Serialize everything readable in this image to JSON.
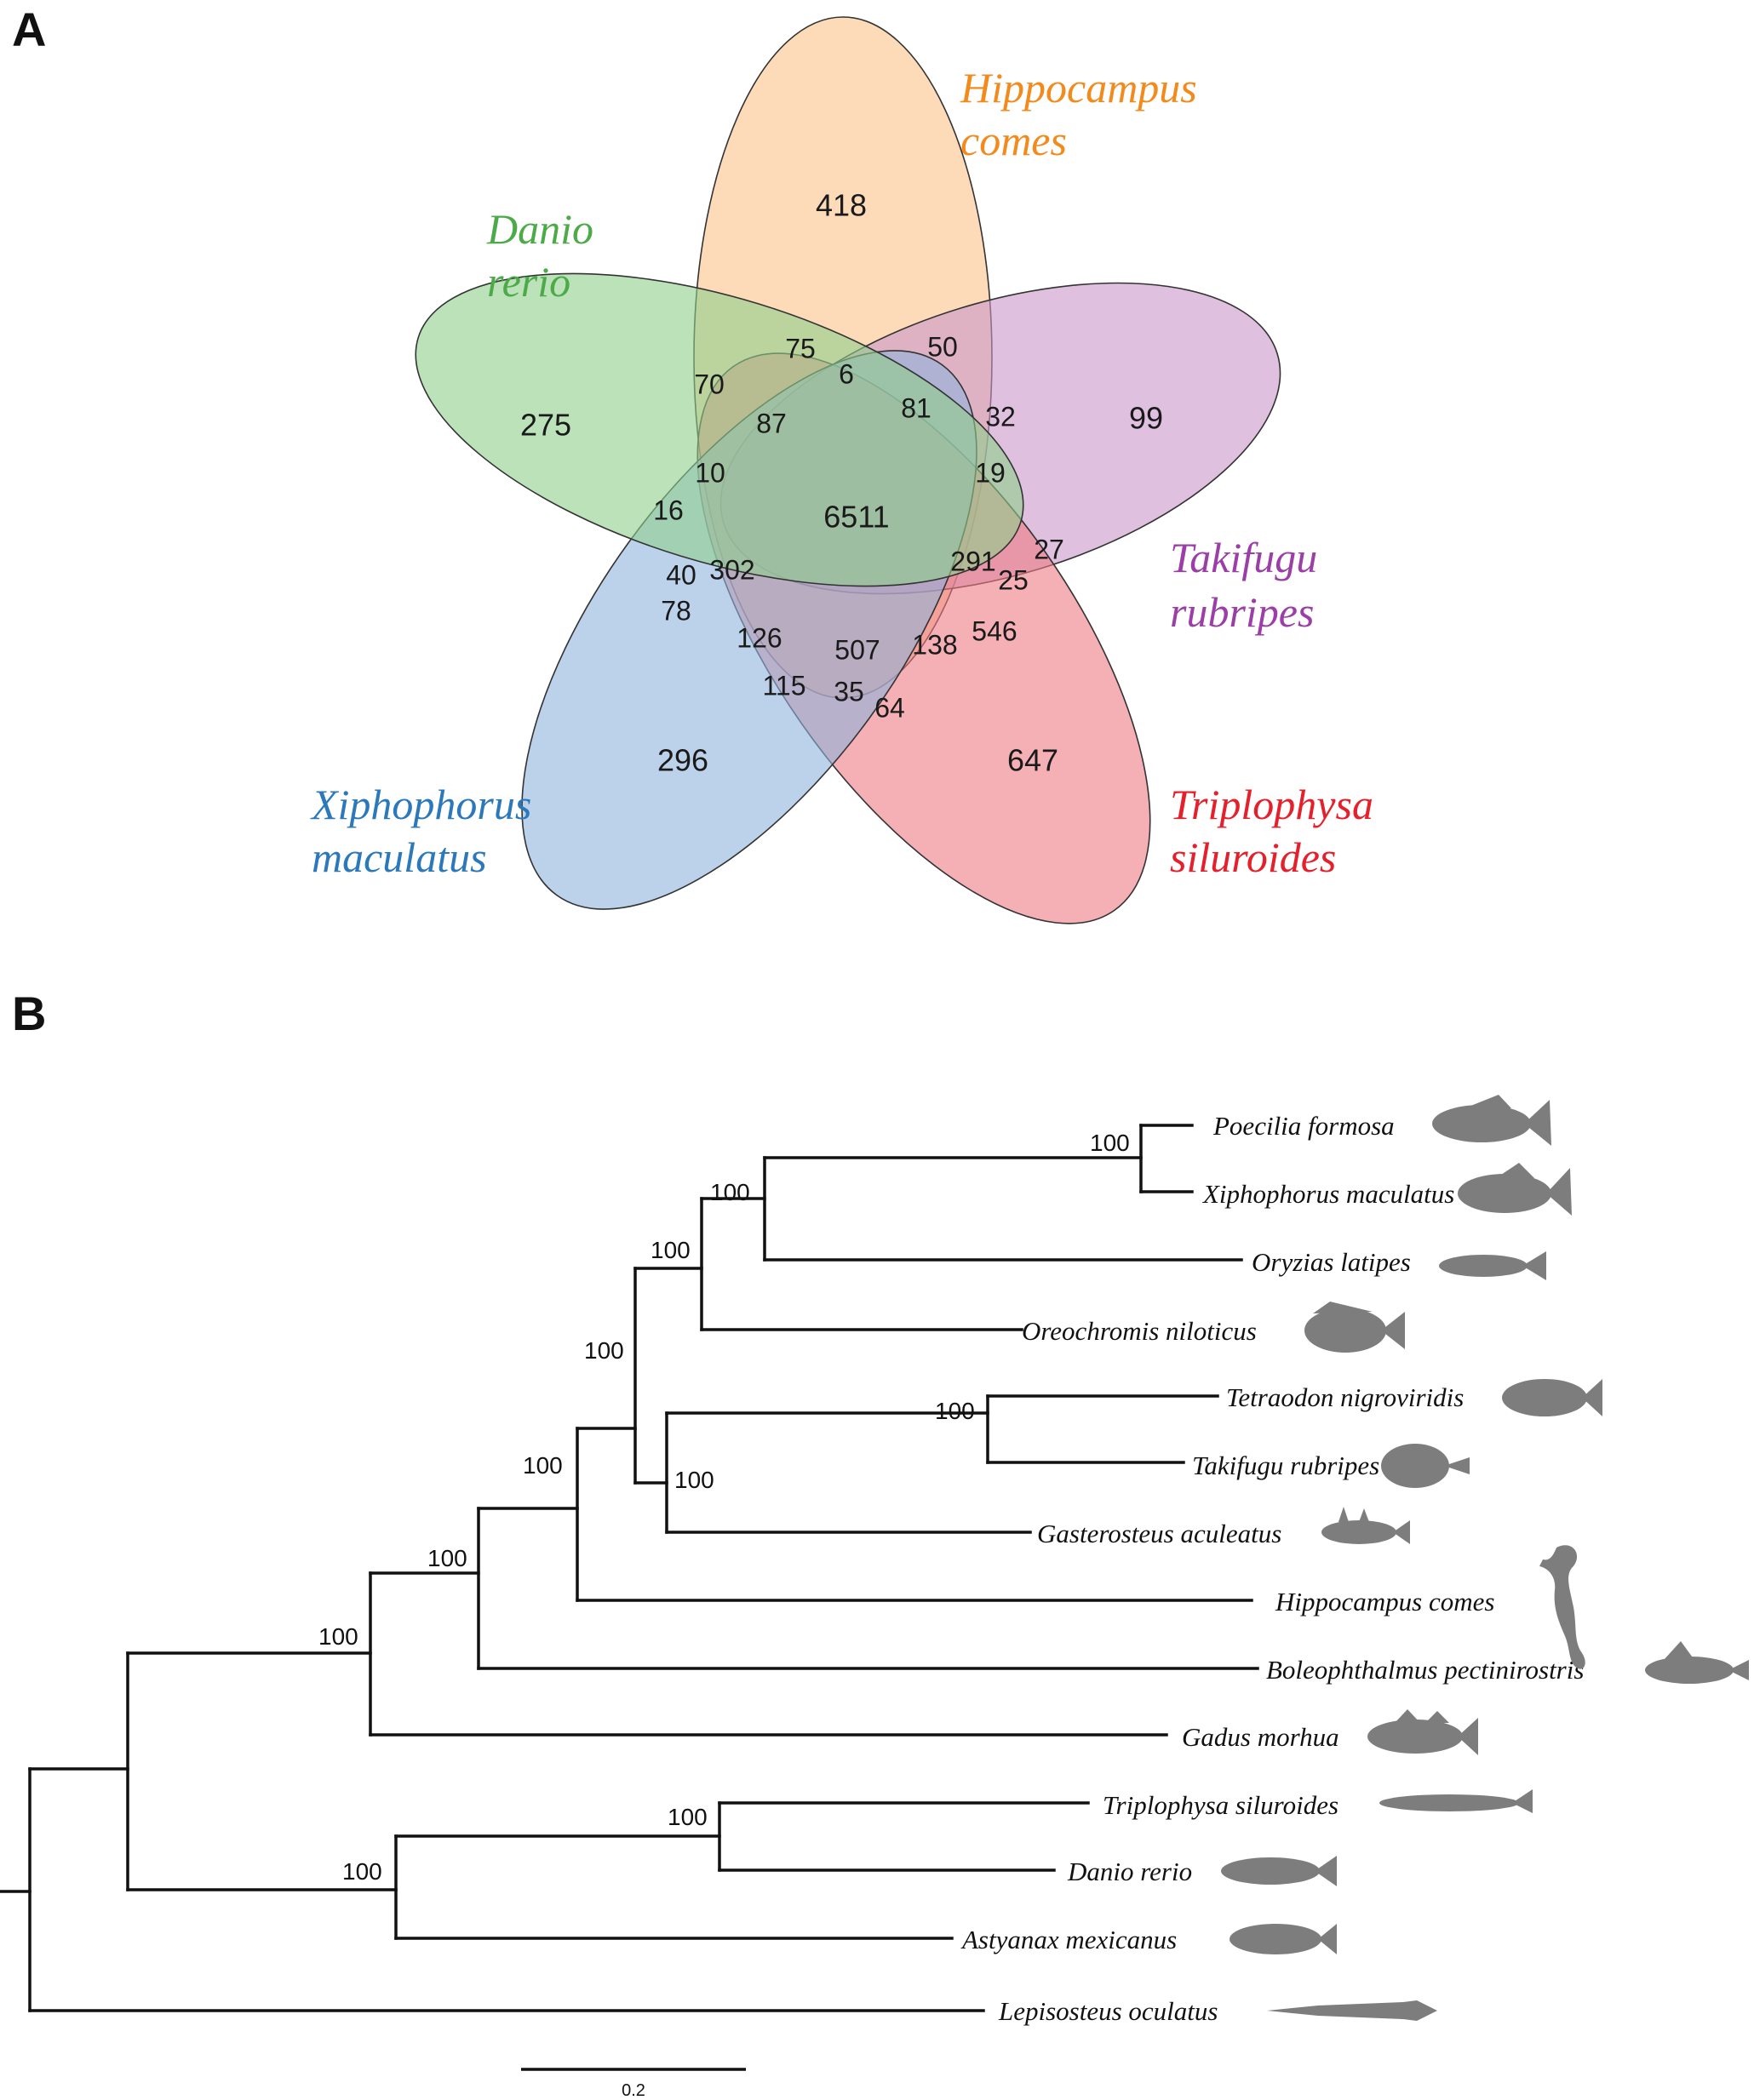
{
  "panels": {
    "a_label": "A",
    "b_label": "B"
  },
  "venn": {
    "sets": [
      {
        "id": "hippocampus",
        "label_line1": "Hippocampus",
        "label_line2": "comes",
        "color": "#f7a541",
        "fill": "#fbc58e",
        "text_color": "#f28a1c"
      },
      {
        "id": "takifugu",
        "label_line1": "Takifugu",
        "label_line2": "rubripes",
        "color": "#a45aae",
        "fill": "#c996ca",
        "text_color": "#9b3ea7"
      },
      {
        "id": "triplophysa",
        "label_line1": "Triplophysa",
        "label_line2": "siluroides",
        "color": "#e63e46",
        "fill": "#ef7c84",
        "text_color": "#e5202b"
      },
      {
        "id": "xiphophorus",
        "label_line1": "Xiphophorus",
        "label_line2": "maculatus",
        "color": "#5b8ec6",
        "fill": "#8fb3dc",
        "text_color": "#2b78bb"
      },
      {
        "id": "danio",
        "label_line1": "Danio",
        "label_line2": "rerio",
        "color": "#5aae5a",
        "fill": "#8fcf8c",
        "text_color": "#4caa48"
      }
    ],
    "counts": {
      "hippocampus_only": "418",
      "danio_only": "275",
      "takifugu_only": "99",
      "xiphophorus_only": "296",
      "triplophysa_only": "647",
      "all_five": "6511",
      "c75": "75",
      "c50": "50",
      "c6": "6",
      "c70": "70",
      "c87": "87",
      "c81": "81",
      "c32": "32",
      "c19": "19",
      "c10": "10",
      "c16": "16",
      "c40": "40",
      "c302": "302",
      "c291": "291",
      "c27": "27",
      "c25": "25",
      "c78": "78",
      "c126": "126",
      "c507": "507",
      "c138": "138",
      "c546": "546",
      "c115": "115",
      "c35": "35",
      "c64": "64"
    }
  },
  "tree": {
    "taxa": [
      {
        "name": "Poecilia formosa",
        "icon": "fish-silhouette"
      },
      {
        "name": "Xiphophorus maculatus",
        "icon": "fish-silhouette"
      },
      {
        "name": "Oryzias latipes",
        "icon": "fish-silhouette"
      },
      {
        "name": "Oreochromis niloticus",
        "icon": "fish-silhouette"
      },
      {
        "name": "Tetraodon nigroviridis",
        "icon": "pufferfish-silhouette"
      },
      {
        "name": "Takifugu rubripes",
        "icon": "pufferfish-silhouette"
      },
      {
        "name": "Gasterosteus aculeatus",
        "icon": "stickleback-silhouette"
      },
      {
        "name": "Hippocampus comes",
        "icon": "seahorse-silhouette"
      },
      {
        "name": "Boleophthalmus pectinirostris",
        "icon": "mudskipper-silhouette"
      },
      {
        "name": "Gadus morhua",
        "icon": "cod-silhouette"
      },
      {
        "name": "Triplophysa siluroides",
        "icon": "loach-silhouette"
      },
      {
        "name": "Danio rerio",
        "icon": "fish-silhouette"
      },
      {
        "name": "Astyanax mexicanus",
        "icon": "fish-silhouette"
      },
      {
        "name": "Lepisosteus oculatus",
        "icon": "gar-silhouette"
      }
    ],
    "bootstrap": {
      "poecilia_xiphophorus": "100",
      "with_oryzias": "100",
      "with_oreochromis": "100",
      "percomorph_core": "100",
      "tetraodon_takifugu": "100",
      "with_gasterosteus": "100",
      "with_hippocampus": "100",
      "with_boleophthalmus": "100",
      "with_gadus": "100",
      "triplophysa_danio": "100",
      "with_astyanax": "100"
    },
    "scale_bar_label": "0.2"
  }
}
